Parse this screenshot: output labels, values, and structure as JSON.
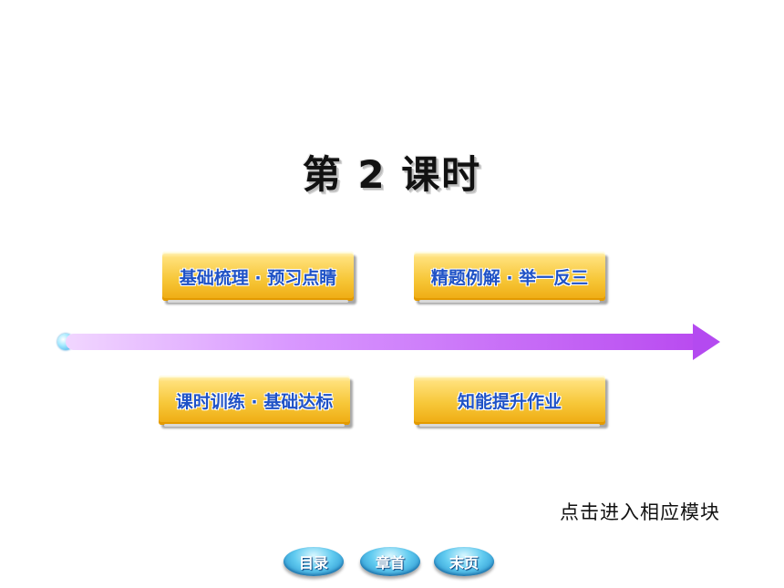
{
  "title": "第 2 课时",
  "modules": [
    {
      "label": "基础梳理 · 预习点睛"
    },
    {
      "label": "精题例解 · 举一反三"
    },
    {
      "label": "课时训练 · 基础达标"
    },
    {
      "label": "知能提升作业"
    }
  ],
  "hint": "点击进入相应模块",
  "nav": [
    {
      "label": "目录"
    },
    {
      "label": "章首"
    },
    {
      "label": "末页"
    }
  ],
  "colors": {
    "module_text": "#1f52c6",
    "module_fill": "#f7c83a",
    "arrow": "#b94bf0",
    "nav_button": "#3aa7e6"
  }
}
